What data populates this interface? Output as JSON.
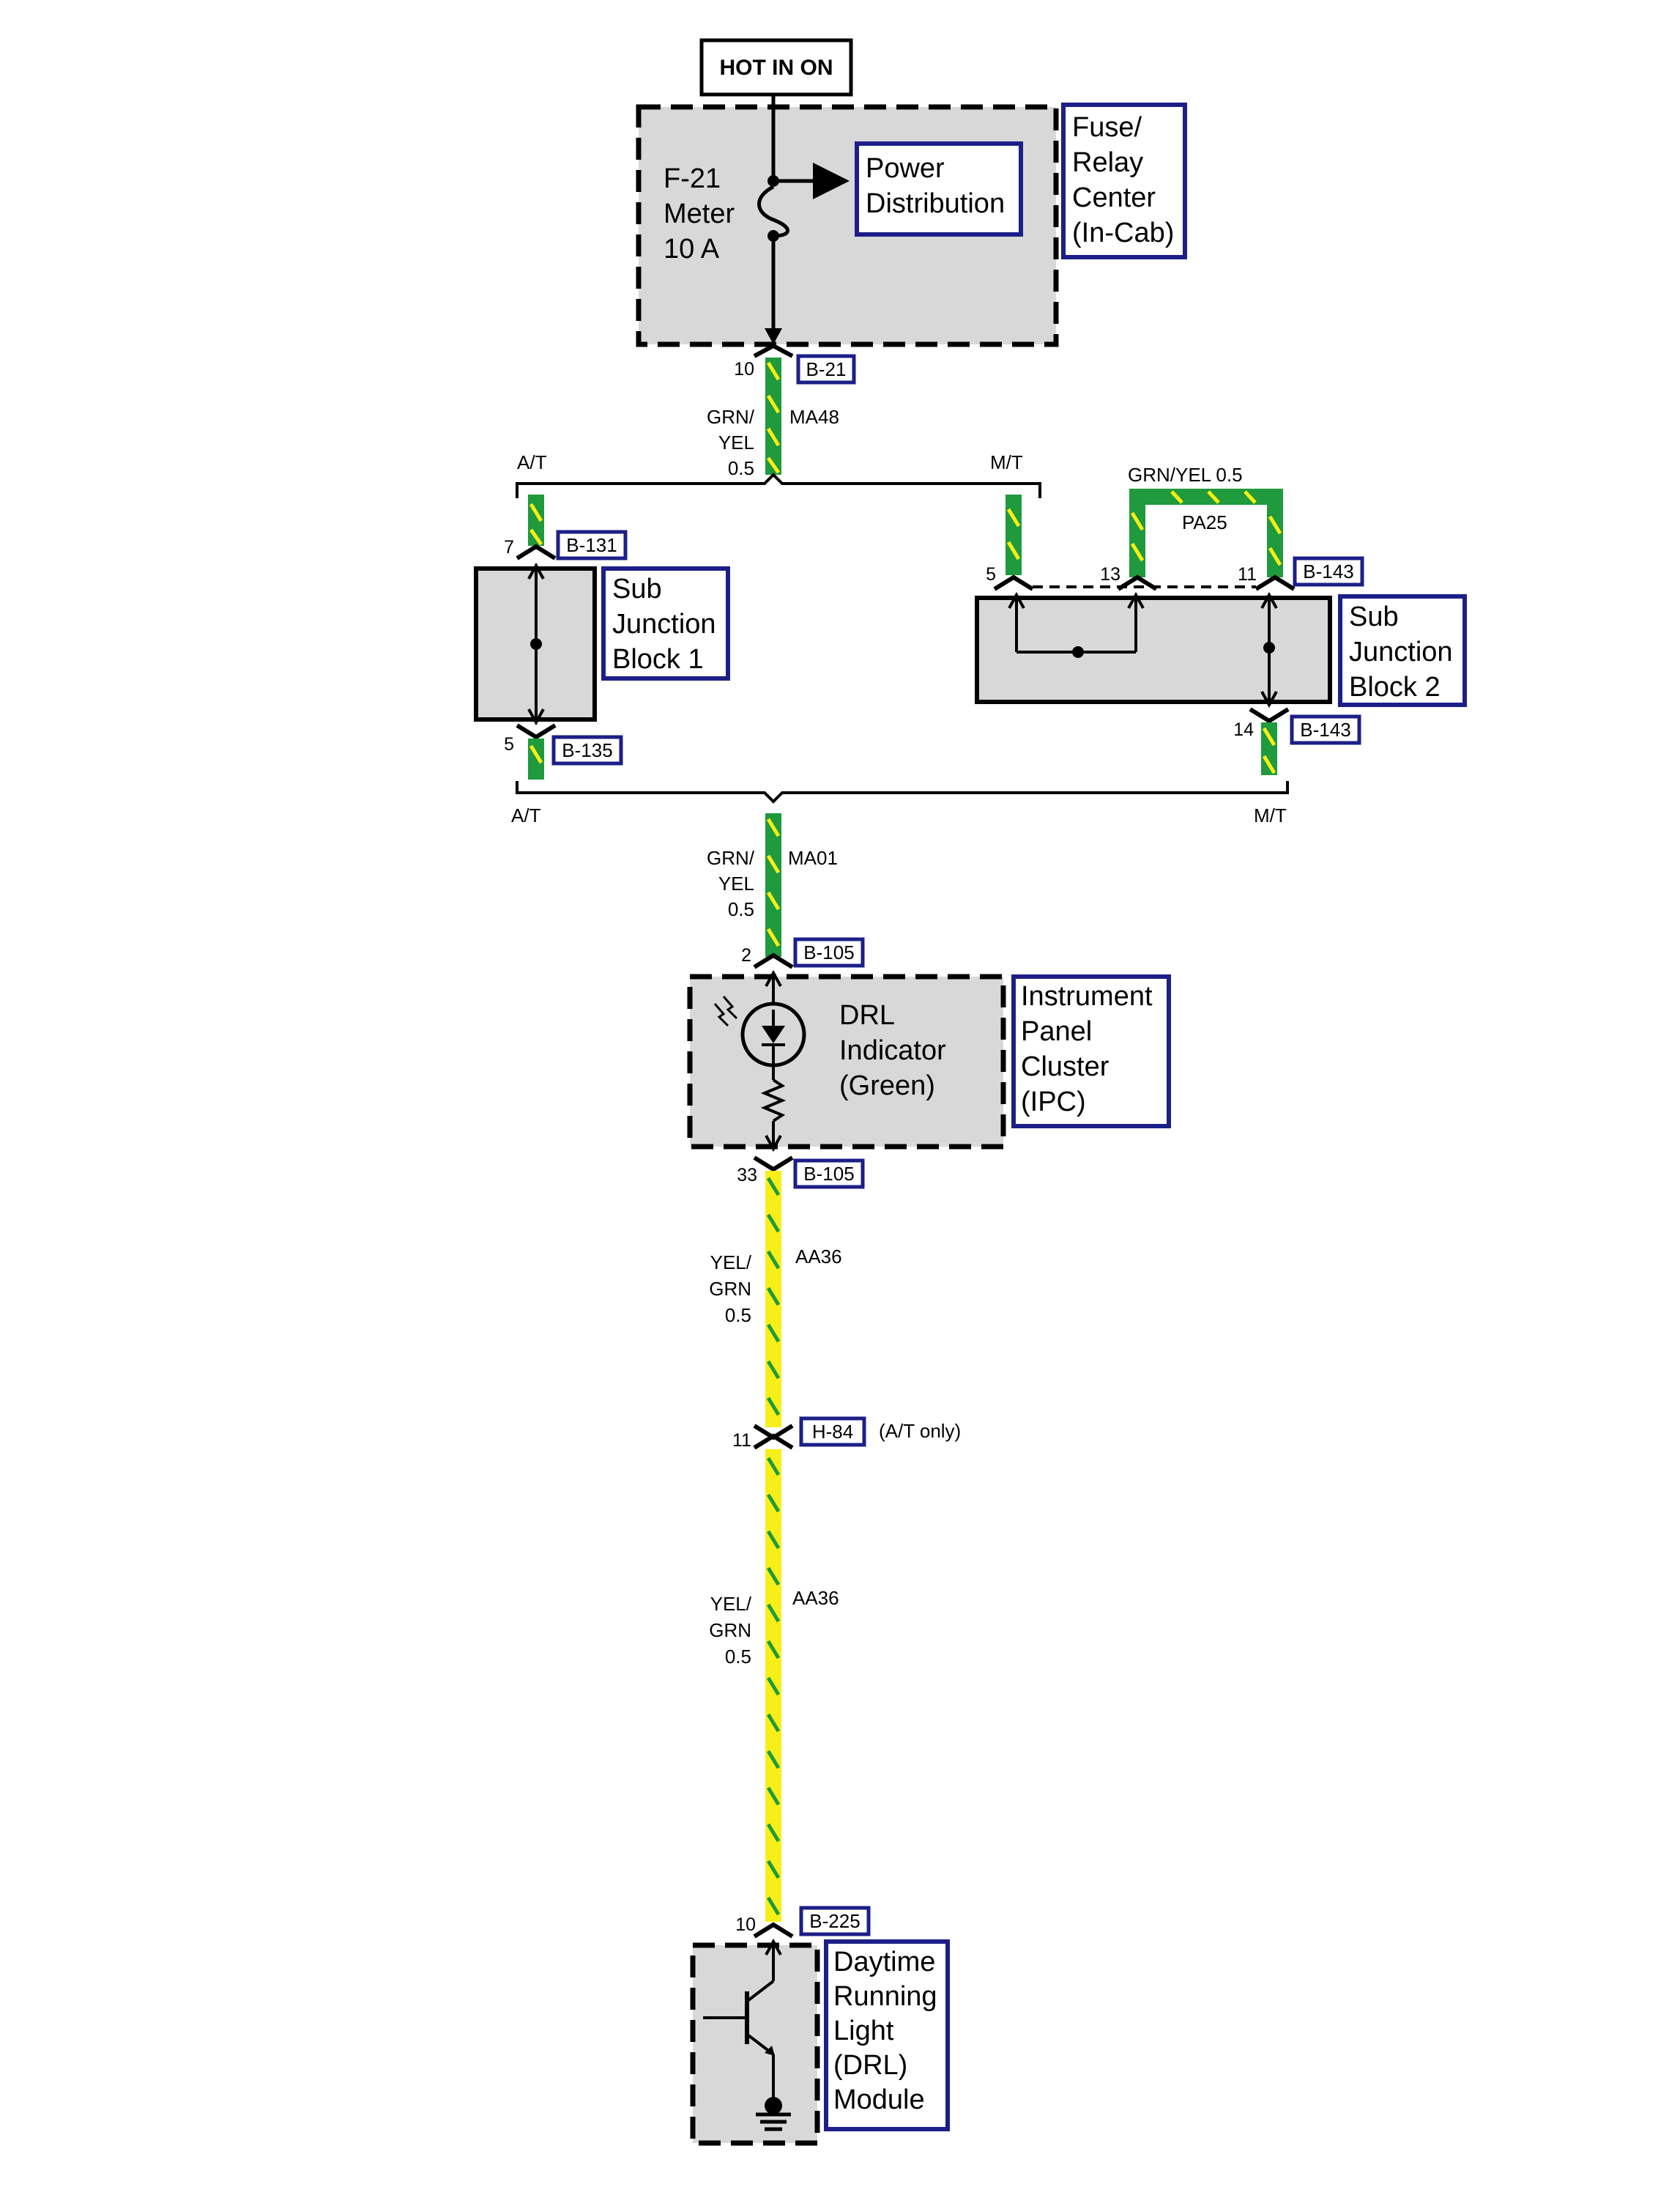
{
  "header": {
    "hot_label": "HOT IN  ON"
  },
  "fuse_relay_center": {
    "fuse_line1": "F-21",
    "fuse_line2": "Meter",
    "fuse_line3": "10 A",
    "power_line1": "Power",
    "power_line2": "Distribution",
    "name_lines": [
      "Fuse/",
      "Relay",
      "Center",
      "(In-Cab)"
    ]
  },
  "conn_b21": {
    "pin": "10",
    "id": "B-21"
  },
  "wire_ma48": {
    "color_lines": [
      "GRN/",
      "YEL",
      "0.5"
    ],
    "circuit": "MA48"
  },
  "split_top": {
    "left": "A/T",
    "right": "M/T"
  },
  "sjb1": {
    "top_pin": "7",
    "top_conn": "B-131",
    "bottom_pin": "5",
    "bottom_conn": "B-135",
    "name_lines": [
      "Sub",
      "Junction",
      "Block 1"
    ]
  },
  "jumper_pa25": {
    "color": "GRN/YEL 0.5",
    "circuit": "PA25"
  },
  "sjb2": {
    "pin_a": "5",
    "pin_b": "13",
    "pin_c": "11",
    "top_conn": "B-143",
    "bottom_pin": "14",
    "bottom_conn": "B-143",
    "name_lines": [
      "Sub",
      "Junction",
      "Block 2"
    ]
  },
  "split_bottom": {
    "left": "A/T",
    "right": "M/T"
  },
  "wire_ma01": {
    "color_lines": [
      "GRN/",
      "YEL",
      "0.5"
    ],
    "circuit": "MA01"
  },
  "ipc": {
    "top_pin": "2",
    "top_conn": "B-105",
    "bottom_pin": "33",
    "bottom_conn": "B-105",
    "indicator_lines": [
      "DRL",
      "Indicator",
      "(Green)"
    ],
    "name_lines": [
      "Instrument",
      "Panel",
      "Cluster",
      "(IPC)"
    ]
  },
  "wire_aa36_upper": {
    "color_lines": [
      "YEL/",
      "GRN",
      "0.5"
    ],
    "circuit": "AA36"
  },
  "conn_h84": {
    "pin": "11",
    "id": "H-84",
    "note": "(A/T only)"
  },
  "wire_aa36_lower": {
    "color_lines": [
      "YEL/",
      "GRN",
      "0.5"
    ],
    "circuit": "AA36"
  },
  "drl_module": {
    "pin": "10",
    "conn": "B-225",
    "name_lines": [
      "Daytime",
      "Running",
      "Light",
      "(DRL)",
      "Module"
    ]
  },
  "colors": {
    "green": "#1f9a3c",
    "yellow": "#f7ef17",
    "navy": "#1c1f87",
    "gray": "#d8d8d8"
  }
}
